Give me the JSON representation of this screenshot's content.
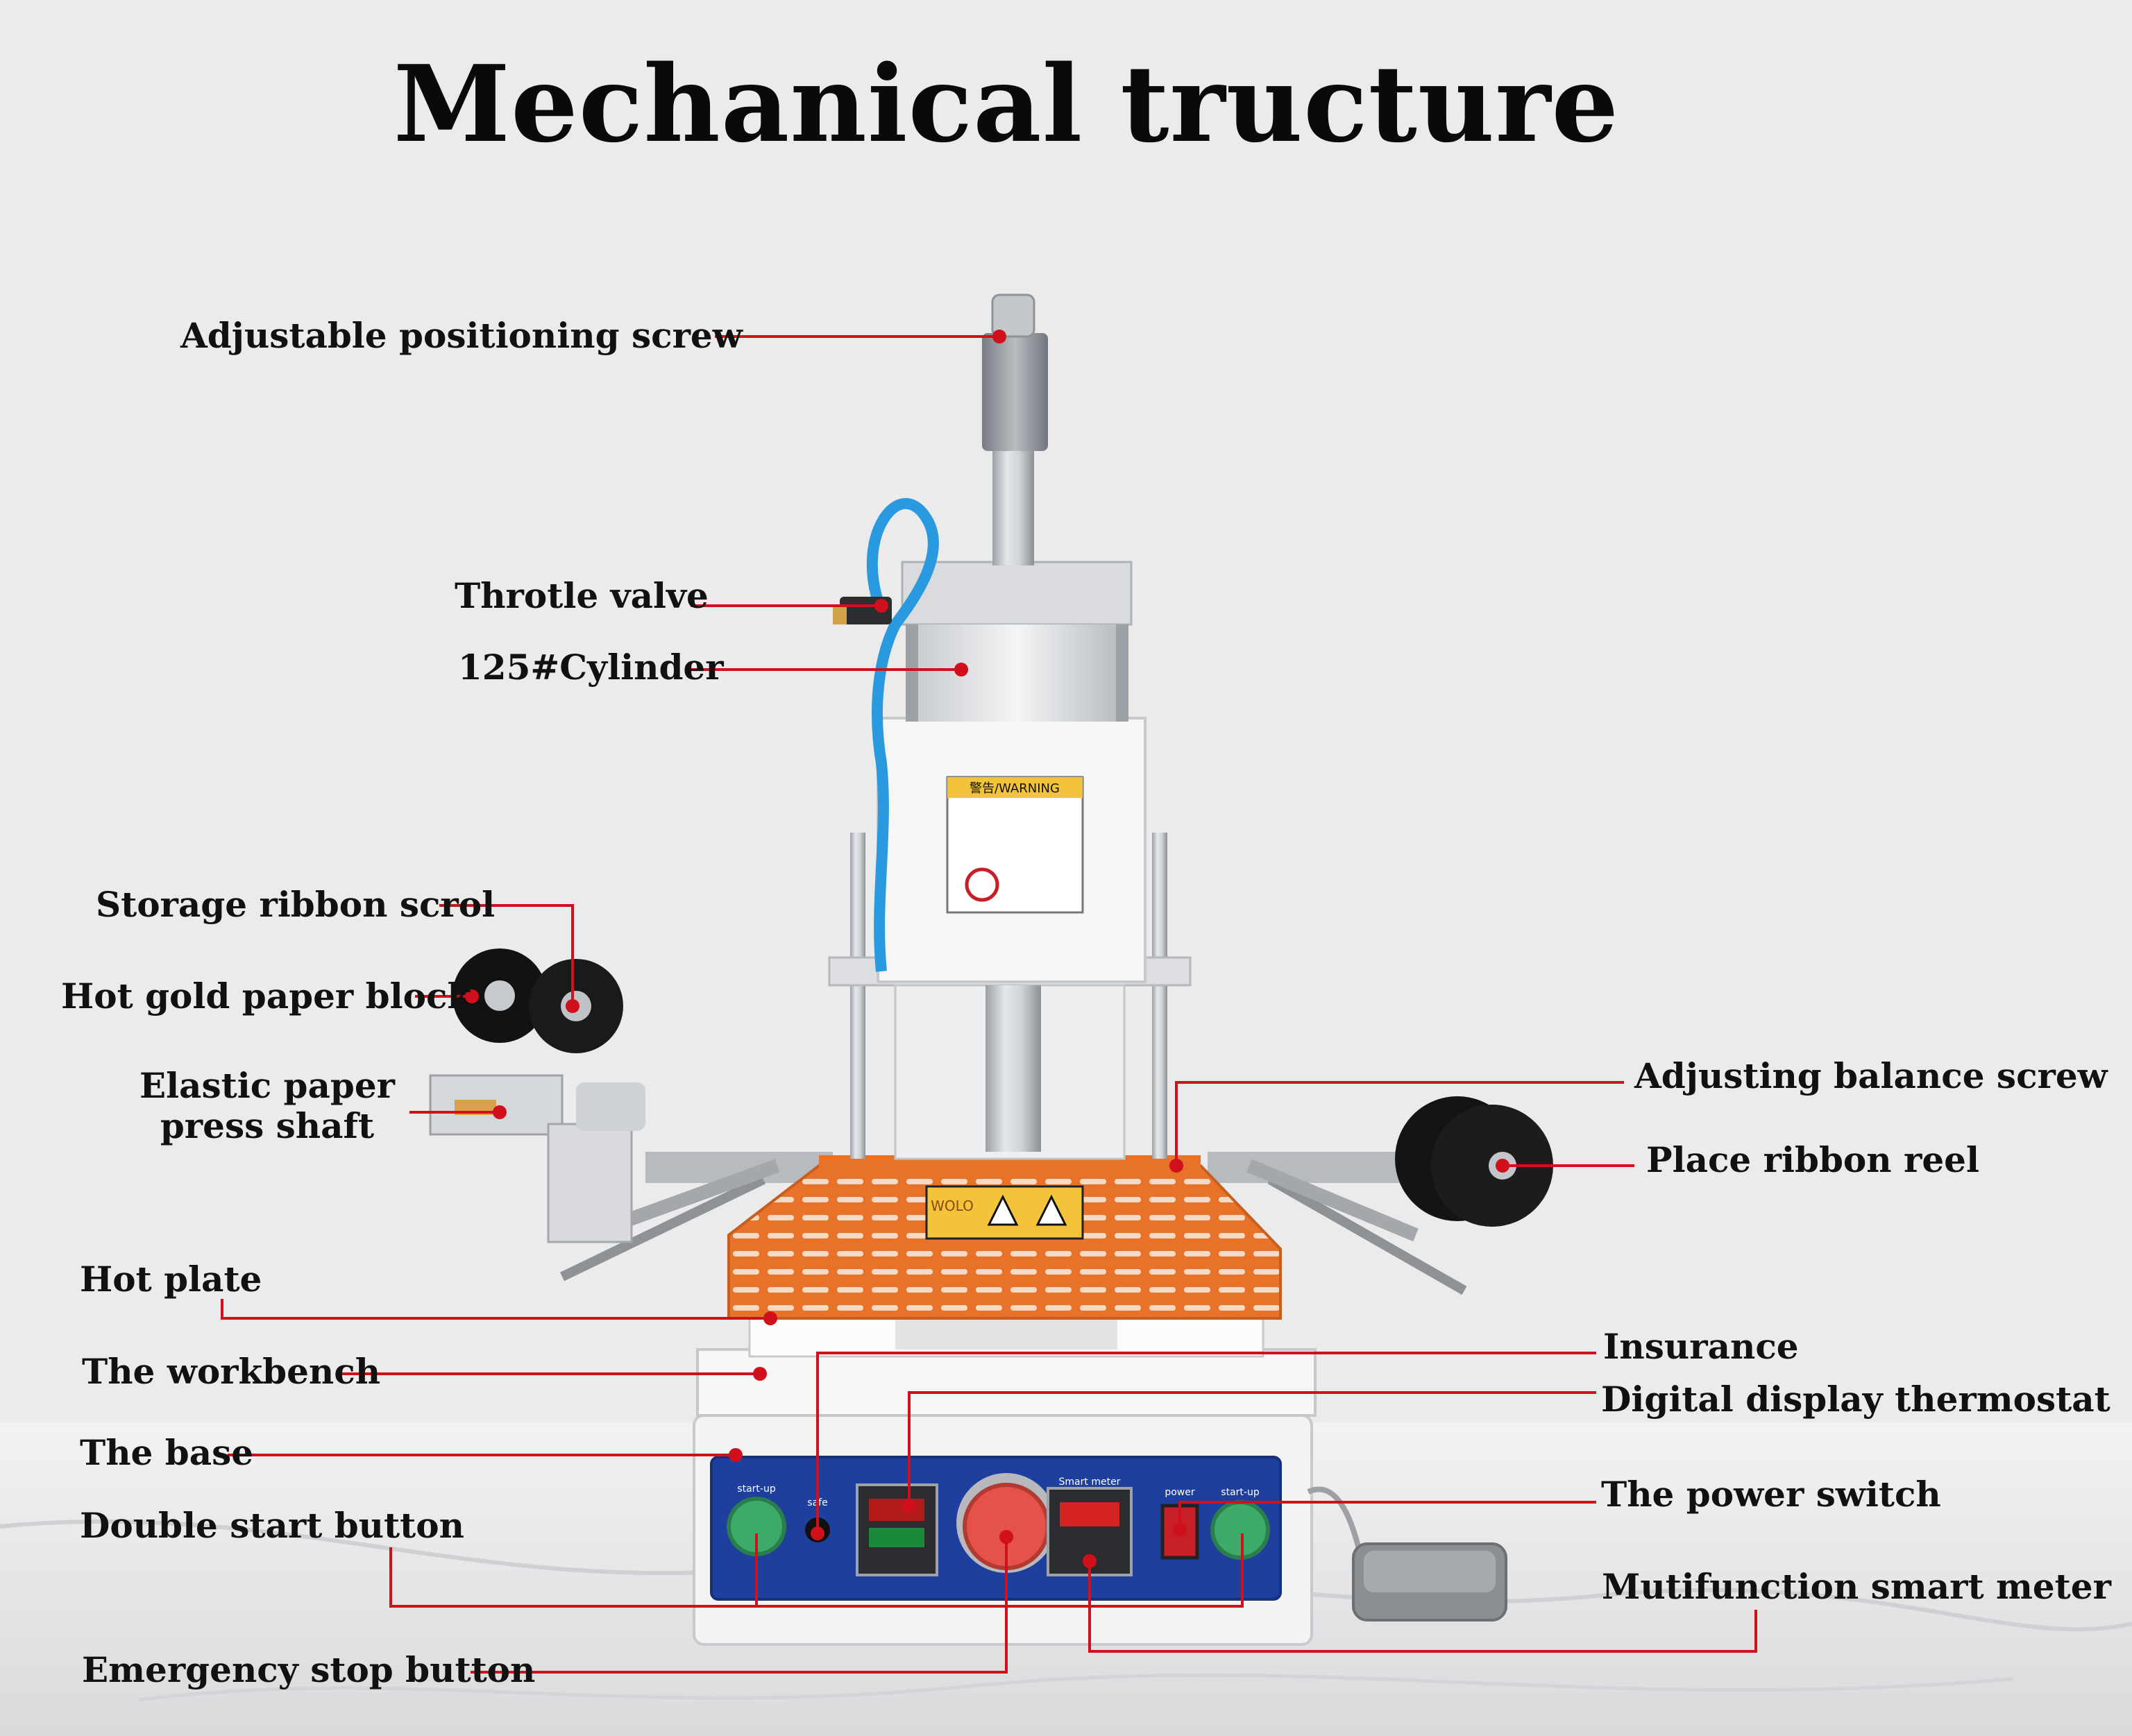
{
  "title": "Mechanical tructure",
  "labels": {
    "adjustable_positioning_screw": "Adjustable positioning screw",
    "throttle_valve": "Throtle valve",
    "cylinder": "125#Cylinder",
    "storage_ribbon_scroll": "Storage ribbon scrol",
    "hot_gold_paper_block": "Hot gold paper block",
    "elastic_paper_line1": "Elastic paper",
    "elastic_paper_line2": "press shaft",
    "adjusting_balance_screw": "Adjusting balance screw",
    "place_ribbon_reel": "Place ribbon reel",
    "hot_plate": "Hot plate",
    "workbench": "The workbench",
    "base": "The base",
    "double_start_button": "Double start button",
    "emergency_stop_button": "Emergency stop button",
    "insurance": "Insurance",
    "digital_display_thermostat": "Digital display thermostat",
    "power_switch": "The power switch",
    "multifunction_smart_meter": "Mutifunction smart meter"
  },
  "machine_text": {
    "warning_label": "警告/WARNING",
    "heat_brand": "WOLO",
    "start_up": "start-up",
    "safe": "safe",
    "power": "power",
    "smart_meter": "Smart meter"
  },
  "colors": {
    "leader_line": "#d0101a",
    "hot_plate": "#e8722a",
    "control_panel": "#1f3f9e",
    "background": "#ebebeb"
  }
}
